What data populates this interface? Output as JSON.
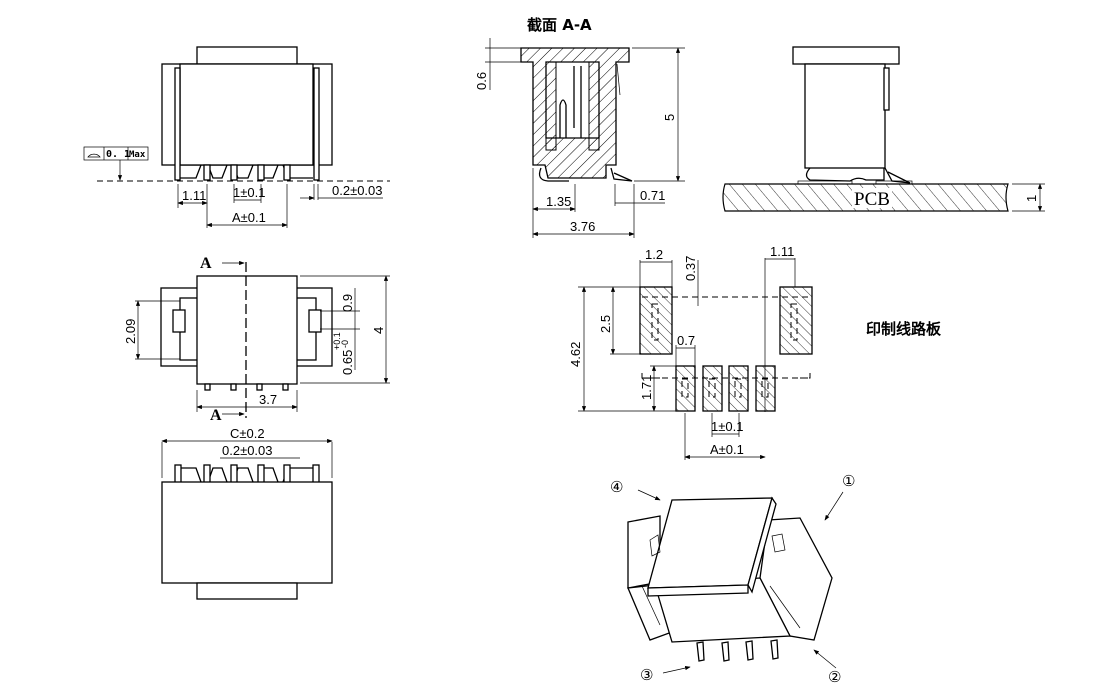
{
  "drawing": {
    "section_title": "截面   A-A",
    "pcb_title": "印制线路板",
    "pcb_label": "PCB",
    "section_marker": "A",
    "flatness_tolerance": {
      "symbol": "profile-of-surface",
      "value": "0. 1",
      "suffix": "Max"
    },
    "front_view": {
      "dims": [
        "1.11",
        "1±0.1",
        "0.2±0.03",
        "A±0.1"
      ]
    },
    "top_view": {
      "dims": [
        "2.09",
        "0.9",
        "0.65",
        "+0.1",
        "-0",
        "4",
        "3.7"
      ]
    },
    "bottom_view": {
      "dims": [
        "C±0.2",
        "0.2±0.03"
      ]
    },
    "section_view": {
      "dims": [
        "0.6",
        "5",
        "1.35",
        "0.71",
        "3.76"
      ]
    },
    "side_view": {
      "dims": [
        "1"
      ]
    },
    "pcb_layout": {
      "dims": [
        "1.2",
        "0.37",
        "1.11",
        "2.5",
        "4.62",
        "0.7",
        "1.71",
        "1±0.1",
        "A±0.1"
      ]
    },
    "isometric_callouts": [
      "①",
      "②",
      "③",
      "④"
    ]
  }
}
